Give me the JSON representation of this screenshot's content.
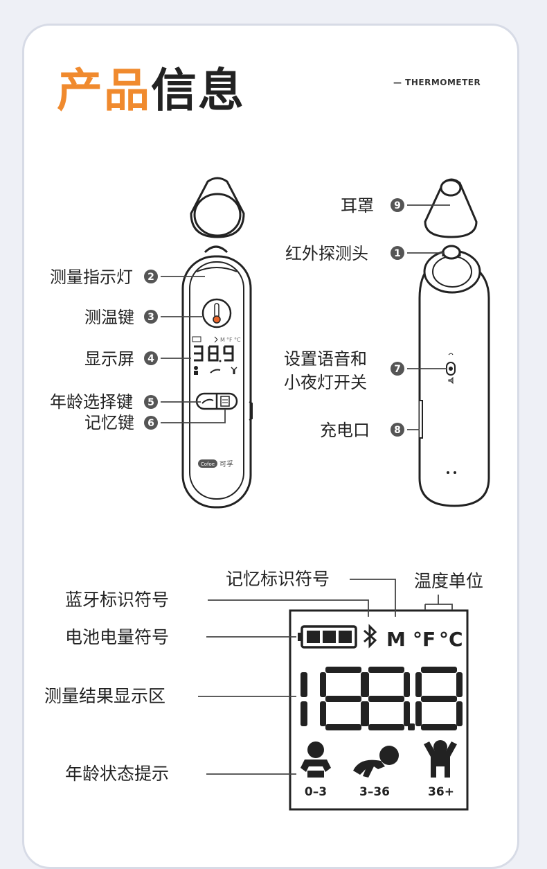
{
  "header": {
    "title_accent": "产品",
    "title_main": "信息",
    "subtitle": "— THERMOMETER"
  },
  "device_labels": {
    "indicator_light": "测量指示灯",
    "measure_key": "测温键",
    "display": "显示屏",
    "age_key": "年龄选择键",
    "memory_key": "记忆键",
    "ear_cap": "耳罩",
    "ir_probe": "红外探测头",
    "voice_light_line1": "设置语音和",
    "voice_light_line2": "小夜灯开关",
    "charge_port": "充电口"
  },
  "badges": {
    "n1": "1",
    "n2": "2",
    "n3": "3",
    "n4": "4",
    "n5": "5",
    "n6": "6",
    "n7": "7",
    "n8": "8",
    "n9": "9"
  },
  "device_brand": {
    "logo": "Cofoe",
    "cn": "可孚"
  },
  "display_legend": {
    "memory_symbol": "记忆标识符号",
    "temp_unit": "温度单位",
    "bluetooth_symbol": "蓝牙标识符号",
    "battery_symbol": "电池电量符号",
    "result_area": "测量结果显示区",
    "age_status": "年龄状态提示"
  },
  "lcd": {
    "memory_letter": "M",
    "fahrenheit": "°F",
    "celsius": "°C",
    "age_0_3": "0–3",
    "age_3_36": "3–36",
    "age_36": "36+",
    "mini_digits": "38.9",
    "mini_f": "°F",
    "mini_c": "°C",
    "mini_m": "M"
  }
}
